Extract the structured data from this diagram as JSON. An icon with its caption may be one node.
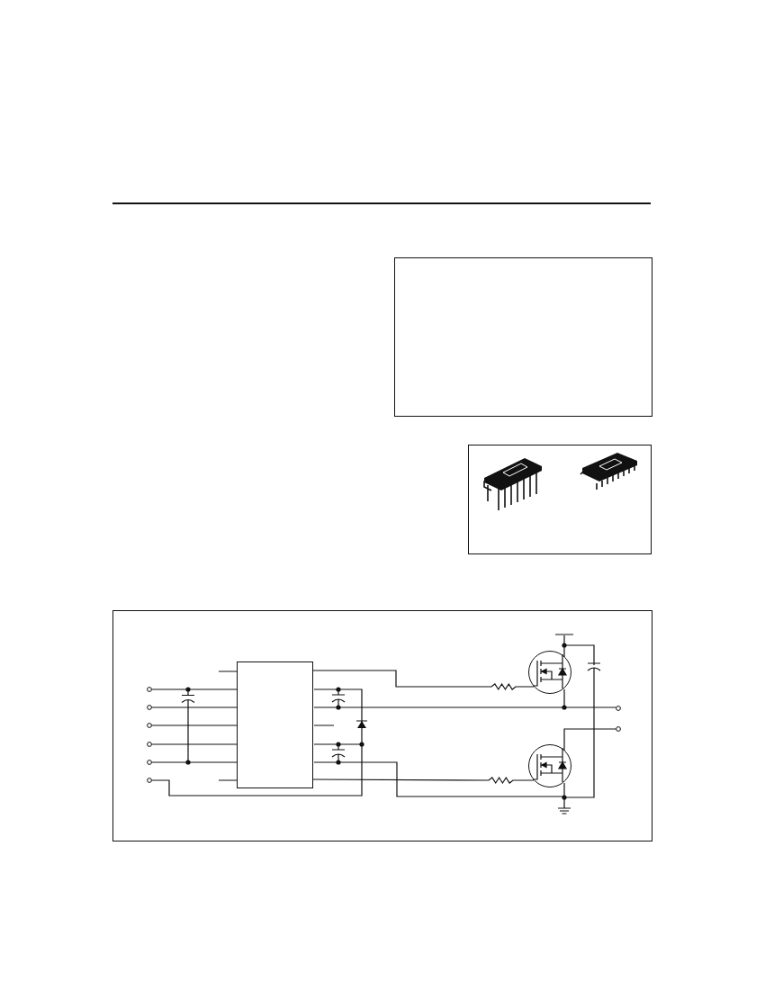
{
  "diagram": {
    "nodes": [
      {
        "text": [],
        "shape": "box"
      },
      {
        "text": [],
        "shape": "box"
      },
      {
        "text": [],
        "shape": "box"
      },
      {
        "text": [],
        "shape": "box",
        "in": 2
      },
      {
        "text": [],
        "shape": "circle",
        "in": 2
      },
      {
        "text": [],
        "shape": "circle",
        "in": 2
      }
    ],
    "edges": [
      {
        "from": 3,
        "to": 4,
        "arrow": "none"
      },
      {
        "from": 3,
        "to": 5,
        "arrow": "none"
      }
    ]
  }
}
